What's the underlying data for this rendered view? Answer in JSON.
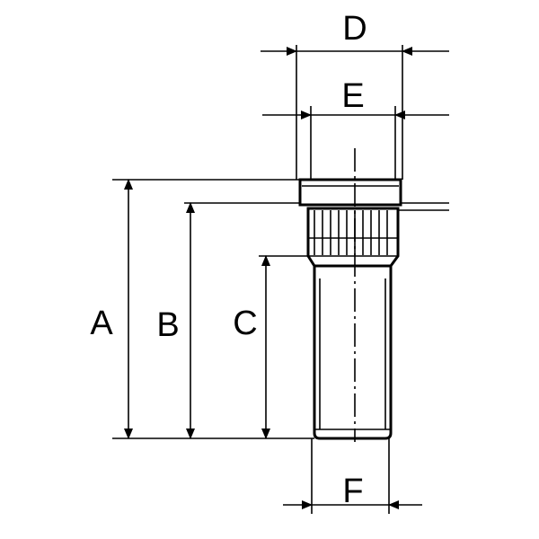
{
  "diagram": {
    "labels": {
      "A": "A",
      "B": "B",
      "C": "C",
      "D": "D",
      "E": "E",
      "F": "F"
    },
    "stroke_color": "#000000"
  }
}
